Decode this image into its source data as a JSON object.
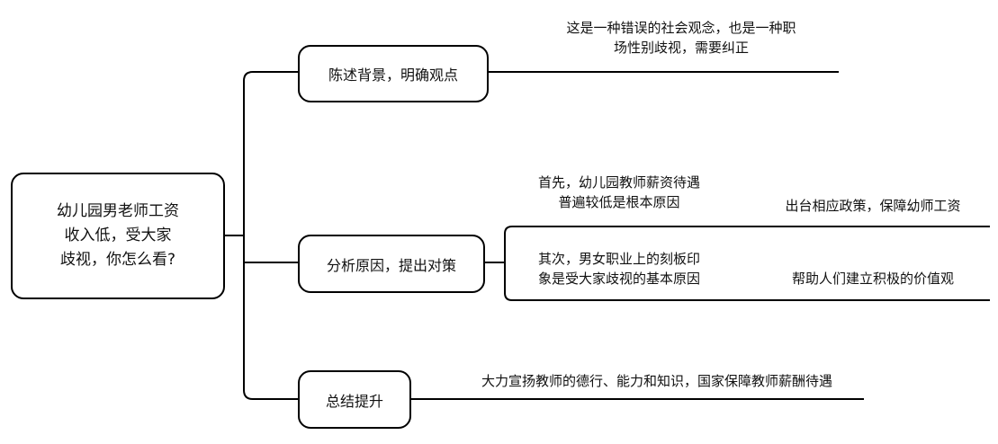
{
  "root": {
    "label": "幼儿园男老师工资收入低，受大家歧视，你怎么看?"
  },
  "branches": [
    {
      "label": "陈述背景，明确观点"
    },
    {
      "label": "分析原因，提出对策"
    },
    {
      "label": "总结提升"
    }
  ],
  "leaves": {
    "background_view": "这是一种错误的社会观念，也是一种职场性别歧视，需要纠正",
    "cause_salary": "首先，幼儿园教师薪资待遇普遍较低是根本原因",
    "cause_stereotype": "其次，男女职业上的刻板印象是受大家歧视的基本原因",
    "policy_salary": "出台相应政策，保障幼师工资",
    "positive_values": "帮助人们建立积极的价值观",
    "summary": "大力宣扬教师的德行、能力和知识，国家保障教师薪酬待遇"
  }
}
